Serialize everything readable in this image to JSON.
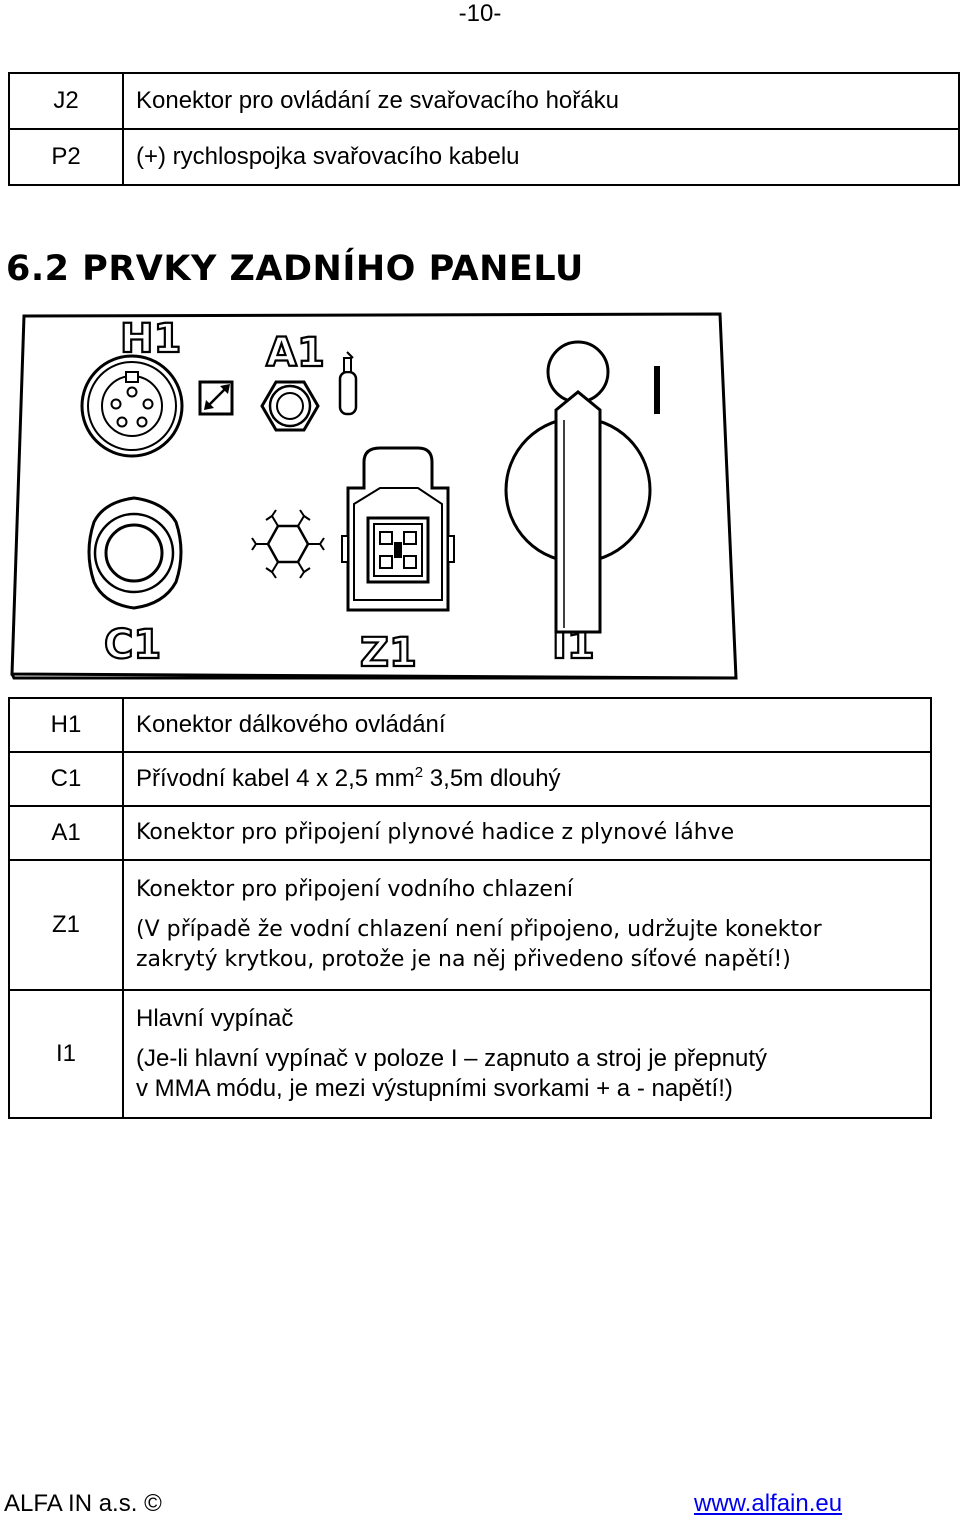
{
  "page_number": "-10-",
  "top_table": [
    {
      "code": "J2",
      "desc": "Konektor pro ovládání ze svařovacího hořáku"
    },
    {
      "code": "P2",
      "desc": "(+) rychlospojka svařovacího kabelu"
    }
  ],
  "heading": "6.2 PRVKY ZADNÍHO PANELU",
  "figure_labels": {
    "h1": "H1",
    "a1": "A1",
    "c1": "C1",
    "z1": "Z1",
    "i1": "I1",
    "switch_mark": "I"
  },
  "bottom_table": {
    "h1": {
      "code": "H1",
      "desc": "Konektor dálkového ovládání"
    },
    "c1": {
      "code": "C1",
      "desc_pre": "Přívodní kabel 4 x 2,5 mm",
      "desc_sup": "2",
      "desc_post": " 3,5m dlouhý"
    },
    "a1": {
      "code": "A1",
      "desc": "Konektor pro připojení plynové hadice z plynové láhve"
    },
    "z1": {
      "code": "Z1",
      "line1": "Konektor pro připojení vodního chlazení",
      "line2": "(V případě že vodní chlazení není připojeno, udržujte konektor",
      "line3": "zakrytý krytkou, protože je na něj přivedeno síťové napětí!)"
    },
    "i1": {
      "code": "I1",
      "line1": "Hlavní vypínač",
      "line2": "(Je-li hlavní vypínač v poloze I – zapnuto a stroj je přepnutý",
      "line3": "v MMA módu, je mezi výstupními svorkami + a - napětí!)"
    }
  },
  "footer": {
    "company": "ALFA IN a.s. ©",
    "website": "www.alfain.eu"
  }
}
